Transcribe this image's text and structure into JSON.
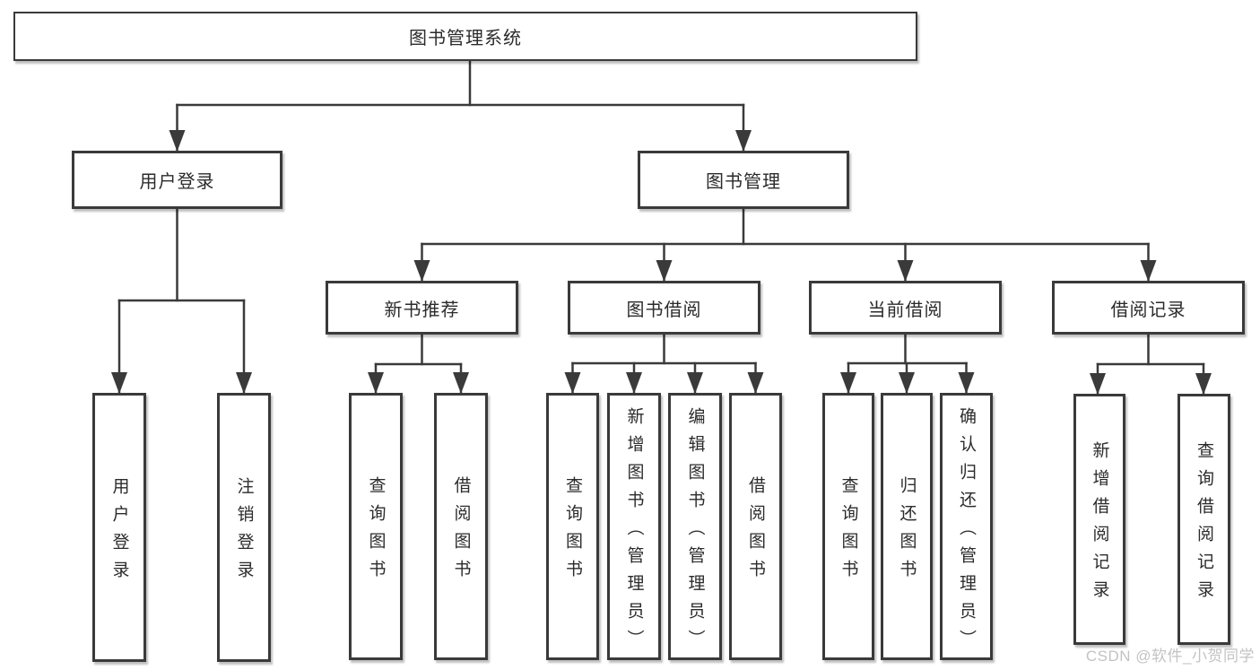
{
  "diagram": {
    "type": "hierarchy-tree",
    "tree": {
      "root": "图书管理系统",
      "branches": [
        {
          "label": "用户登录",
          "children": [
            "用户登录",
            "注销登录"
          ]
        },
        {
          "label": "图书管理",
          "children": [
            {
              "label": "新书推荐",
              "children": [
                "查询图书",
                "借阅图书"
              ]
            },
            {
              "label": "图书借阅",
              "children": [
                "查询图书",
                "新增图书（管理员）",
                "编辑图书（管理员）",
                "借阅图书"
              ]
            },
            {
              "label": "当前借阅",
              "children": [
                "查询图书",
                "归还图书",
                "确认归还（管理员）"
              ]
            },
            {
              "label": "借阅记录",
              "children": [
                "新增借阅记录",
                "查询借阅记录"
              ]
            }
          ]
        }
      ]
    },
    "colors": {
      "line": "#3a3a3a",
      "box_border": "#3a3a3a",
      "text": "#2b2b2b",
      "background": "#ffffff",
      "watermark": "#c3c3c3"
    }
  },
  "watermark": {
    "text": "CSDN @软件_小贺同学"
  }
}
